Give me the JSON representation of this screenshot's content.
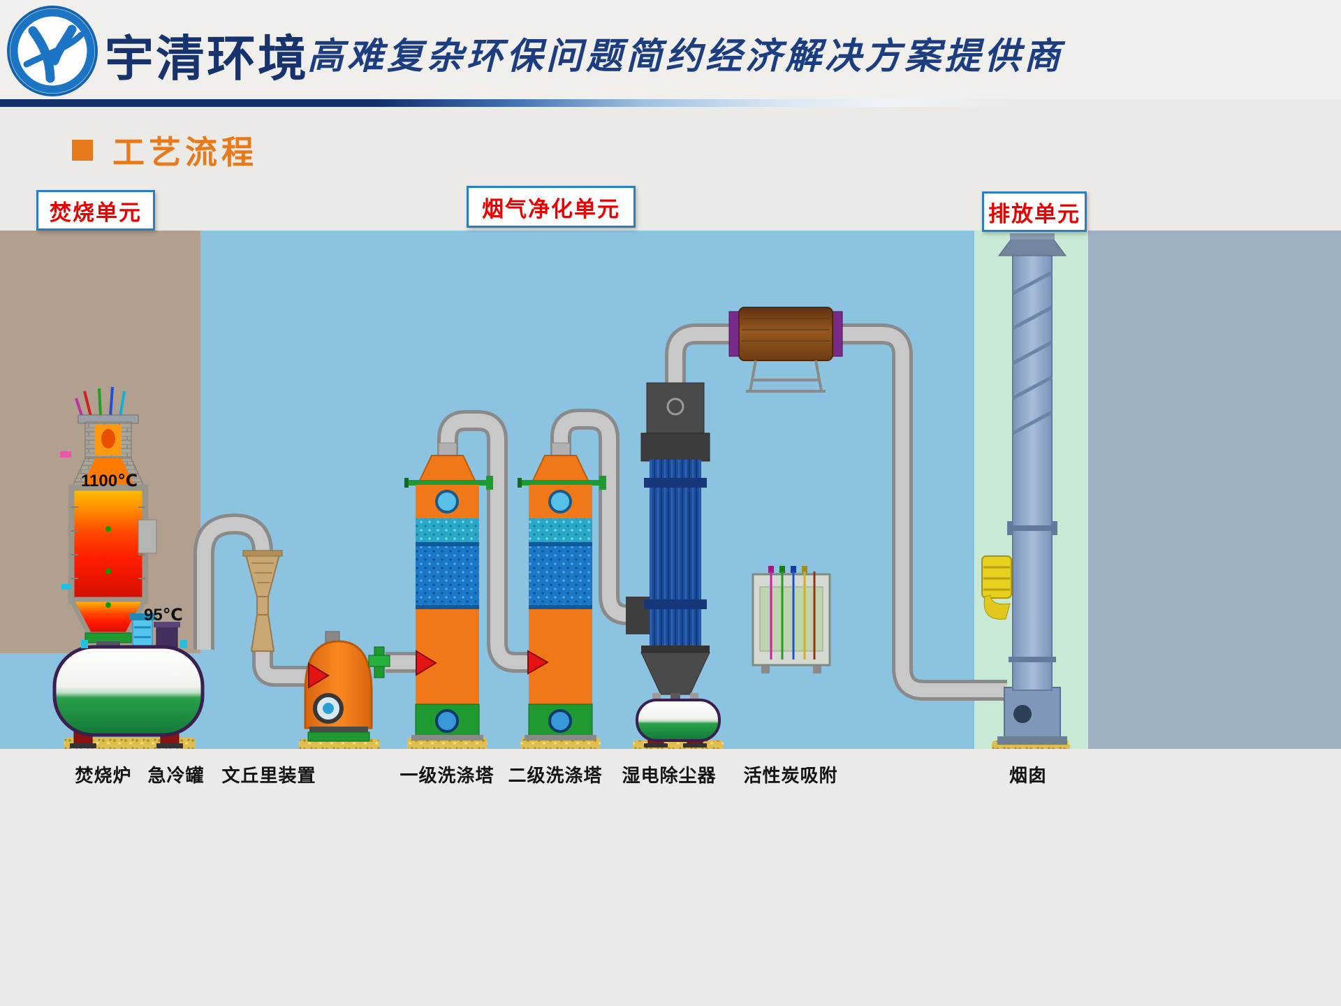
{
  "header": {
    "company_name": "宇清环境",
    "tagline": "高难复杂环保问题简约经济解决方案提供商"
  },
  "section_title": "工艺流程",
  "unit_boxes": [
    {
      "label": "焚烧单元"
    },
    {
      "label": "烟气净化单元"
    },
    {
      "label": "排放单元"
    }
  ],
  "annotations": {
    "furnace_temp": "1100℃",
    "quench_temp": "95℃"
  },
  "equipment_labels": [
    {
      "label": "焚烧炉"
    },
    {
      "label": "急冷罐"
    },
    {
      "label": "文丘里装置"
    },
    {
      "label": "一级洗涤塔"
    },
    {
      "label": "二级洗涤塔"
    },
    {
      "label": "湿电除尘器"
    },
    {
      "label": "活性炭吸附"
    },
    {
      "label": "烟囱"
    }
  ],
  "colors": {
    "brand_navy": "#16336e",
    "accent_orange": "#e87a1e",
    "unit_label_red": "#e80000",
    "unit_box_border": "#2b7ec2",
    "zone_incineration_tan": "#b1a090",
    "zone_purification_blue": "#8cc3e0",
    "zone_emission_green": "#c8e9d5",
    "zone_right_gray": "#9fb0c0"
  }
}
